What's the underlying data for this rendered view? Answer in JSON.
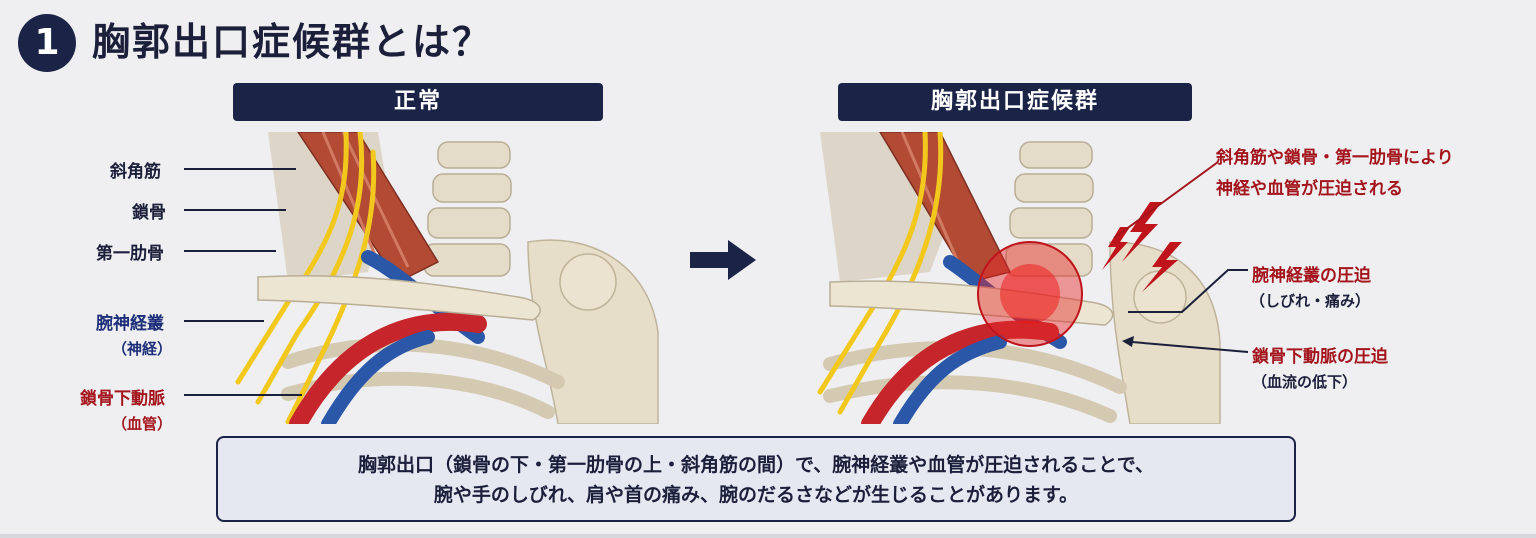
{
  "header": {
    "step_number": "1",
    "title": "胸郭出口症候群とは？"
  },
  "panels": {
    "normal": {
      "title": "正常"
    },
    "tos": {
      "title": "胸郭出口症候群"
    }
  },
  "normal_labels": {
    "scalene": "斜角筋",
    "clavicle": "鎖骨",
    "first_rib": "第一肋骨",
    "brachial_plexus": "腕神経叢",
    "brachial_plexus_sub": "（神経）",
    "subclavian_artery": "鎖骨下動脈",
    "subclavian_artery_sub": "（血管）"
  },
  "tos_labels": {
    "compression_line1": "斜角筋や鎖骨・第一肋骨により",
    "compression_line2": "神経や血管が圧迫される",
    "plexus_compression": "腕神経叢の圧迫",
    "plexus_compression_sub": "（しびれ・痛み）",
    "artery_compression": "鎖骨下動脈の圧迫",
    "artery_compression_sub": "（血流の低下）"
  },
  "caption": {
    "line1": "胸郭出口（鎖骨の下・第一肋骨の上・斜角筋の間）で、腕神経叢や血管が圧迫されることで、",
    "line2": "腕や手のしびれ、肩や首の痛み、腕のだるさなどが生じることがあります。"
  },
  "colors": {
    "navy": "#1b2347",
    "muscle": "#b24a34",
    "nerve": "#f2c81c",
    "vein": "#2a57a8",
    "artery": "#c6262b",
    "bone": "#e7dfcc",
    "alert_red": "#a3141c"
  }
}
